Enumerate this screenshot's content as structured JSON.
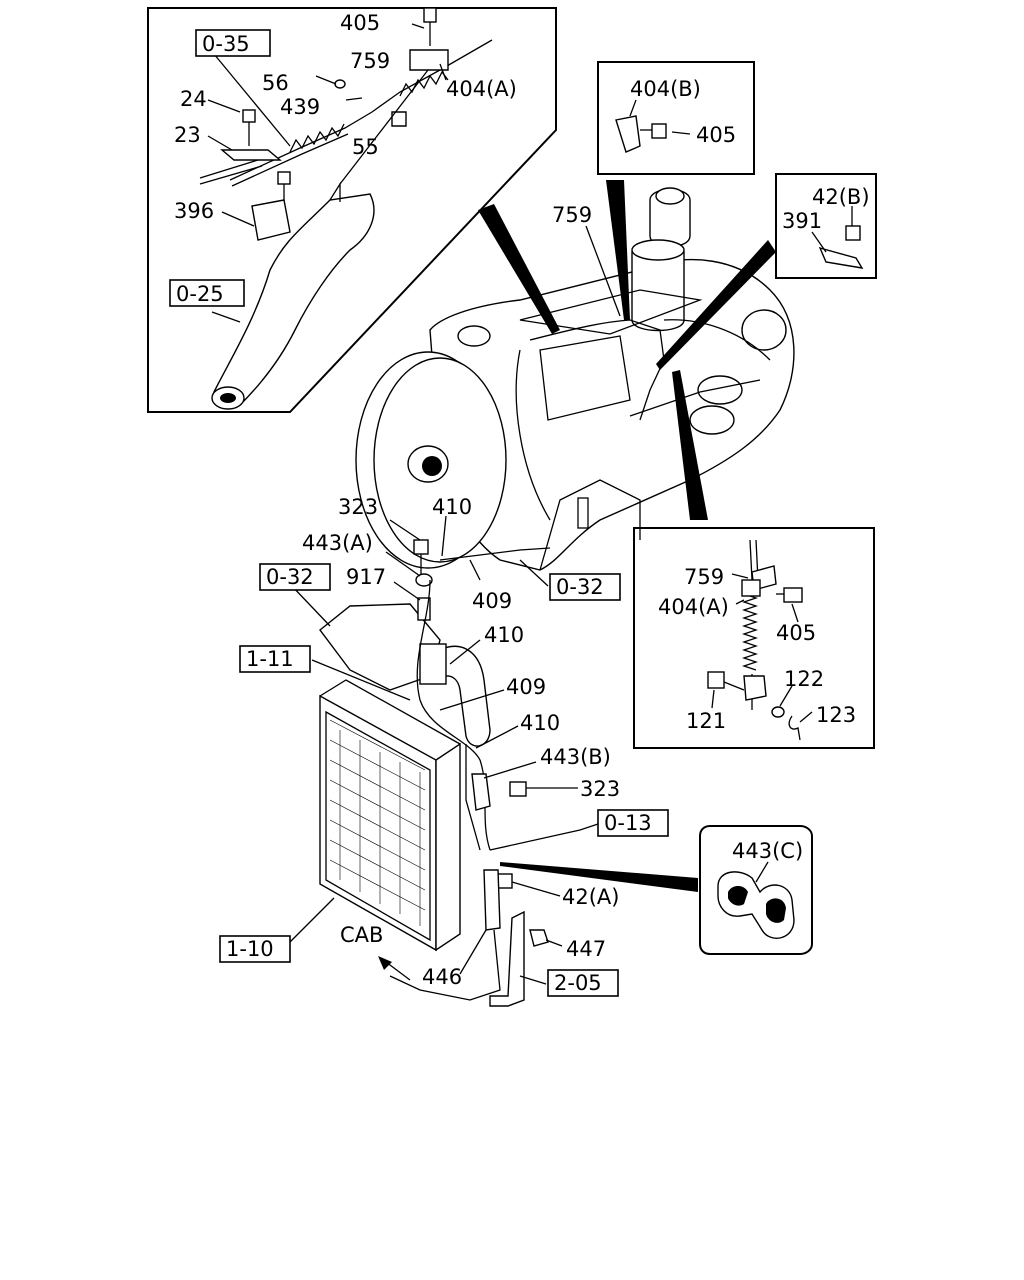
{
  "parts": {
    "p405_top": "405",
    "p0_35": "0-35",
    "p759_top": "759",
    "p404A_top": "404(A)",
    "p56": "56",
    "p24": "24",
    "p439": "439",
    "p23": "23",
    "p55": "55",
    "p396": "396",
    "p0_25": "0-25",
    "p404B": "404(B)",
    "p405_b": "405",
    "p42B": "42(B)",
    "p391": "391",
    "p759_mid": "759",
    "p323_top": "323",
    "p410_top": "410",
    "p443A": "443(A)",
    "p0_32_left": "0-32",
    "p917": "917",
    "p409_top": "409",
    "p0_32_right": "0-32",
    "p410_mid": "410",
    "p1_11": "1-11",
    "p409_mid": "409",
    "p410_low": "410",
    "p443B": "443(B)",
    "p323_low": "323",
    "p0_13": "0-13",
    "p42A": "42(A)",
    "p1_10": "1-10",
    "p446": "446",
    "p447": "447",
    "p2_05": "2-05",
    "p443C": "443(C)",
    "cab": "CAB",
    "p759_det": "759",
    "p404A_det": "404(A)",
    "p405_det": "405",
    "p122": "122",
    "p121": "121",
    "p123": "123"
  }
}
